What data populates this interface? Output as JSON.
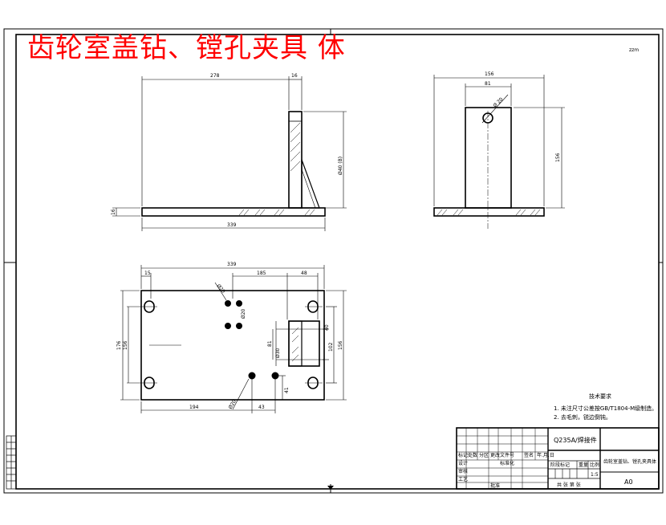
{
  "title": "齿轮室盖钻、镗孔夹具 体",
  "corner_mark": "zzm",
  "front_view": {
    "dims": [
      "278",
      "16",
      "Ø40 (B)",
      "339",
      "16"
    ]
  },
  "side_view": {
    "dims": [
      "156",
      "81",
      "Ø 20",
      "156"
    ]
  },
  "top_view": {
    "dims": [
      "339",
      "185",
      "48",
      "Ø20",
      "15",
      "176",
      "156",
      "Ø20",
      "81",
      "Ø30",
      "102",
      "40",
      "156",
      "41",
      "194",
      "43",
      "Ø20"
    ]
  },
  "tech_req": {
    "heading": "技术要求",
    "lines": [
      "1. 未注尺寸公差按GB/T1804-M级制造。",
      "2. 去毛刺，锐边倒钝。"
    ]
  },
  "title_block": {
    "material": "Q235A/焊接件",
    "part_name": "齿轮室盖钻、镗孔夹具体",
    "scale": "1:5",
    "sheet_size": "A0",
    "row_labels": [
      "标记",
      "处数",
      "分区",
      "更改文件号",
      "签名",
      "年.月.日"
    ],
    "roles": [
      "设计",
      "标准化",
      "审核",
      "工艺",
      "批准"
    ],
    "stage_label": "阶段标记",
    "weight_label": "重量",
    "scale_label": "比例",
    "sheets_label": "共 张 第 张"
  }
}
